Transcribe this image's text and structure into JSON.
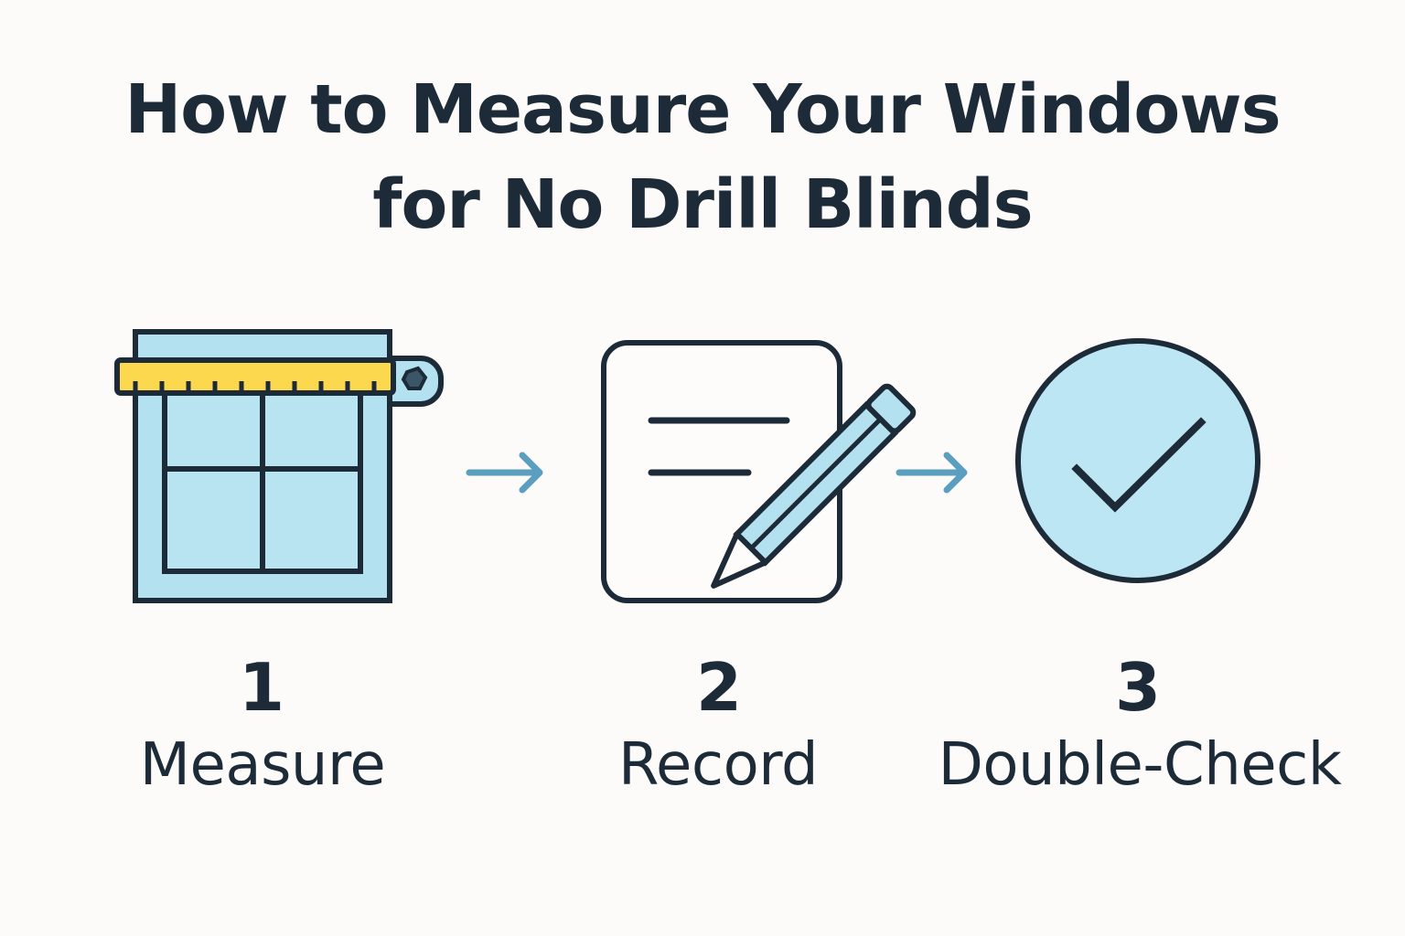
{
  "title": {
    "line1": "How to Measure Your Windows",
    "line2": "for No Drill Blinds"
  },
  "steps": [
    {
      "number": "1",
      "label": "Measure",
      "icon": "window-ruler-icon"
    },
    {
      "number": "2",
      "label": "Record",
      "icon": "notepad-pencil-icon"
    },
    {
      "number": "3",
      "label": "Double-Check",
      "icon": "check-circle-icon"
    }
  ],
  "connectors": [
    {
      "icon": "arrow-right-icon",
      "from": "1",
      "to": "2"
    },
    {
      "icon": "arrow-right-icon",
      "from": "2",
      "to": "3"
    }
  ],
  "colors": {
    "background": "#fcfbf9",
    "ink": "#1d2b38",
    "light_blue": "#b3e1ef",
    "ruler_yellow": "#fbd84e",
    "arrow_blue": "#5a9fbf"
  }
}
